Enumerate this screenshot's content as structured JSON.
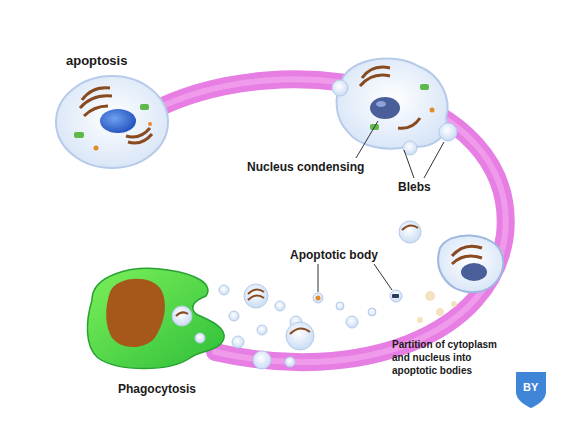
{
  "diagram": {
    "labels": [
      "apoptosis",
      "Nucleus condensing",
      "Blebs",
      "Apoptotic body",
      "Partition of cytoplasm and nucleus into apoptotic bodies",
      "Phagocytosis",
      "BY"
    ]
  }
}
